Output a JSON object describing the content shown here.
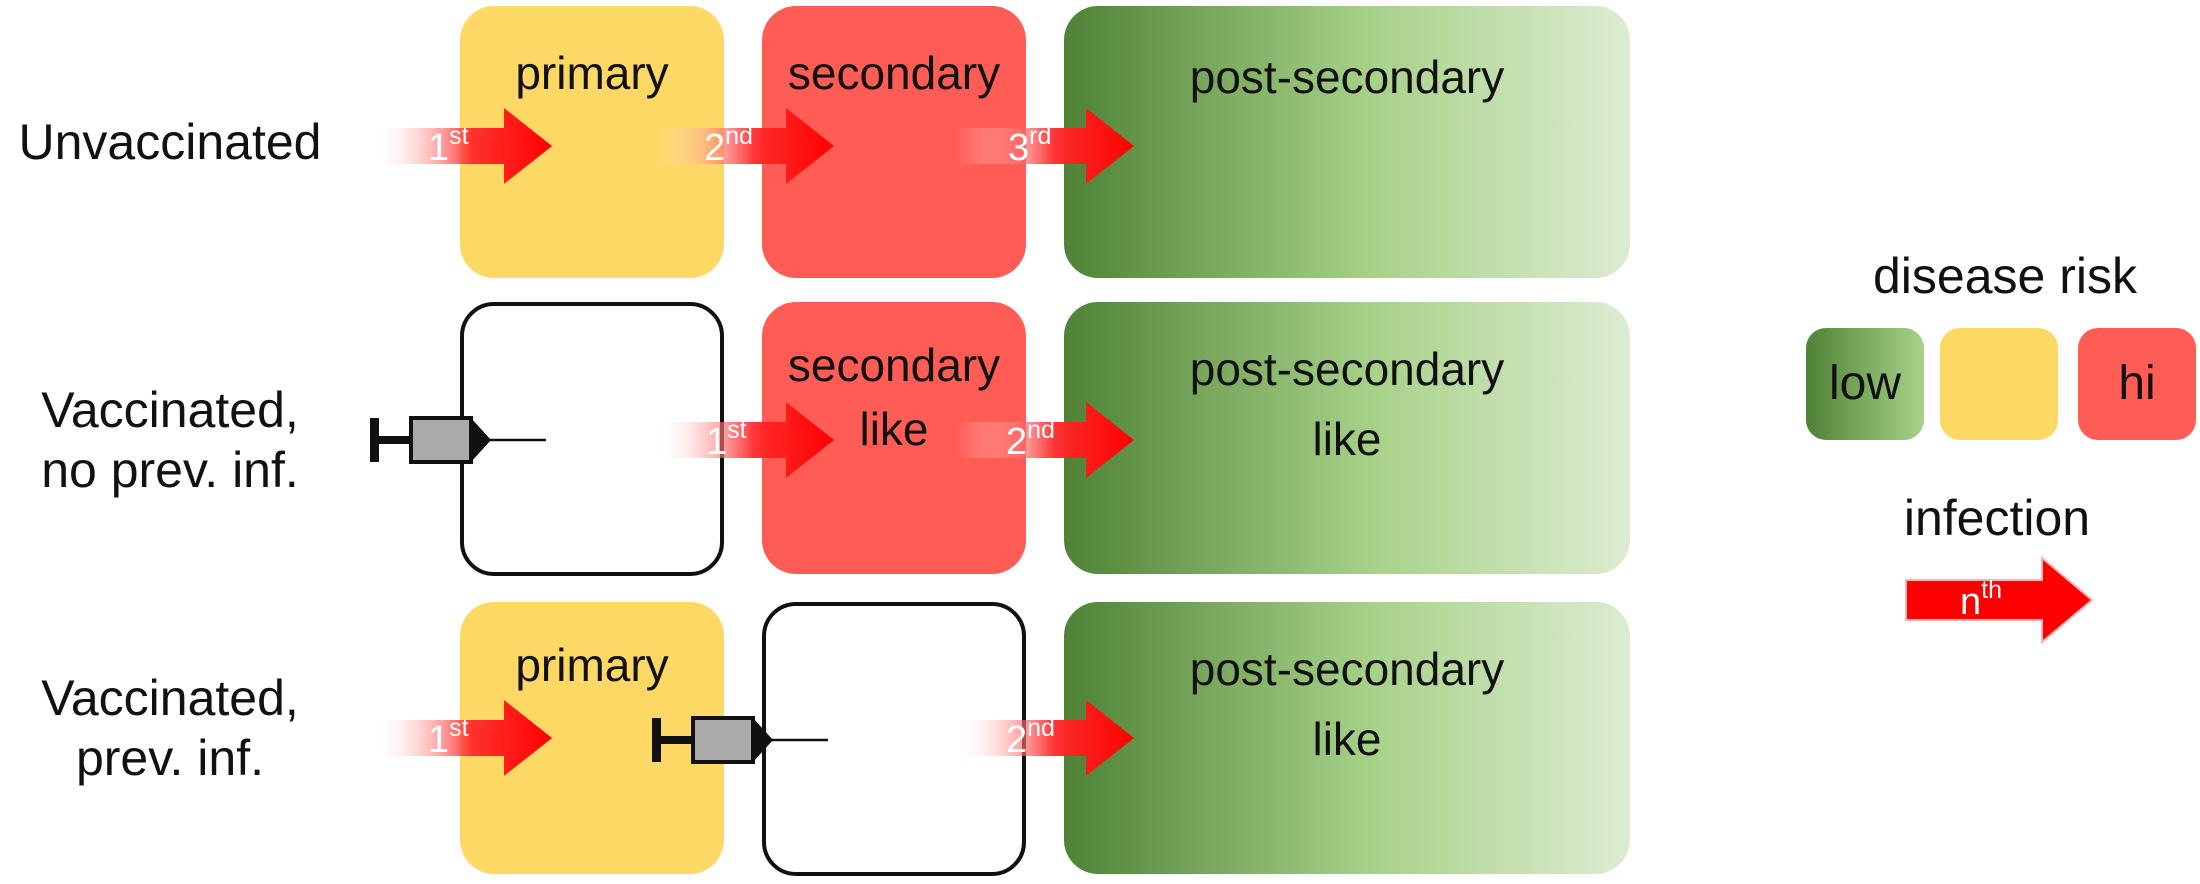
{
  "rows": [
    {
      "label": [
        "Unvaccinated"
      ]
    },
    {
      "label": [
        "Vaccinated,",
        "no prev. inf."
      ]
    },
    {
      "label": [
        "Vaccinated,",
        "prev. inf."
      ]
    }
  ],
  "boxes": {
    "primary": "primary",
    "secondary": "secondary",
    "post_secondary": "post-secondary",
    "secondary_like_1": "secondary",
    "secondary_like_2": "like",
    "post_secondary_like_1": "post-secondary",
    "post_secondary_like_2": "like"
  },
  "arrows": {
    "first": {
      "base": "1",
      "suffix": "st"
    },
    "second": {
      "base": "2",
      "suffix": "nd"
    },
    "third": {
      "base": "3",
      "suffix": "rd"
    },
    "nth": {
      "base": "n",
      "suffix": "th"
    }
  },
  "legend": {
    "disease_risk_title": "disease risk",
    "low": "low",
    "hi": "hi",
    "infection_title": "infection"
  },
  "colors": {
    "primary": "#FDD865",
    "secondary": "#FF5C55",
    "post_dark": "#4f8236",
    "post_light": "#ddecd2",
    "arrow": "#FF0000"
  },
  "icons": {
    "vaccine": "syringe-icon",
    "infection": "arrow-icon"
  }
}
